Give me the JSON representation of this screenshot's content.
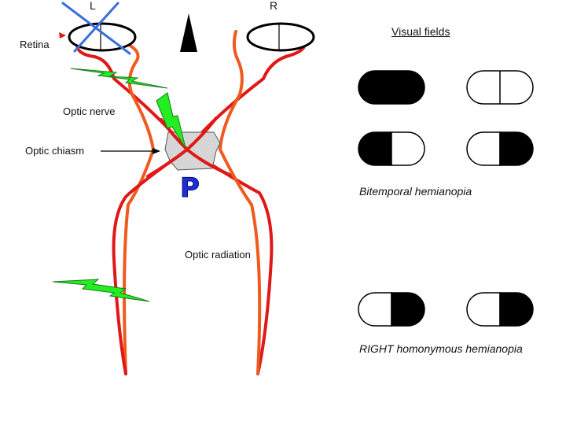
{
  "eyes": {
    "left": "L",
    "right": "R"
  },
  "labels": {
    "retina": "Retina",
    "optic_nerve": "Optic nerve",
    "optic_chiasm": "Optic chiasm",
    "optic_radiation": "Optic radiation",
    "pituitary_mark": "P"
  },
  "visual_fields": {
    "title": "Visual fields",
    "bitemporal_caption": "Bitemporal hemianopia",
    "homonymous_caption": "RIGHT homonymous hemianopia"
  },
  "colors": {
    "pathway_red": "#e01818",
    "pathway_orange": "#ef5a1e",
    "lesion_green": "#22ee22",
    "eye_cross_blue": "#3a6fd8",
    "chiasm_gray": "#d6d6d6",
    "field_loss": "#000000"
  },
  "icons": {
    "lesion": "lightning-bolt-icon",
    "pituitary": "triangle-icon",
    "left_eye_blocked": "x-cross-icon"
  }
}
